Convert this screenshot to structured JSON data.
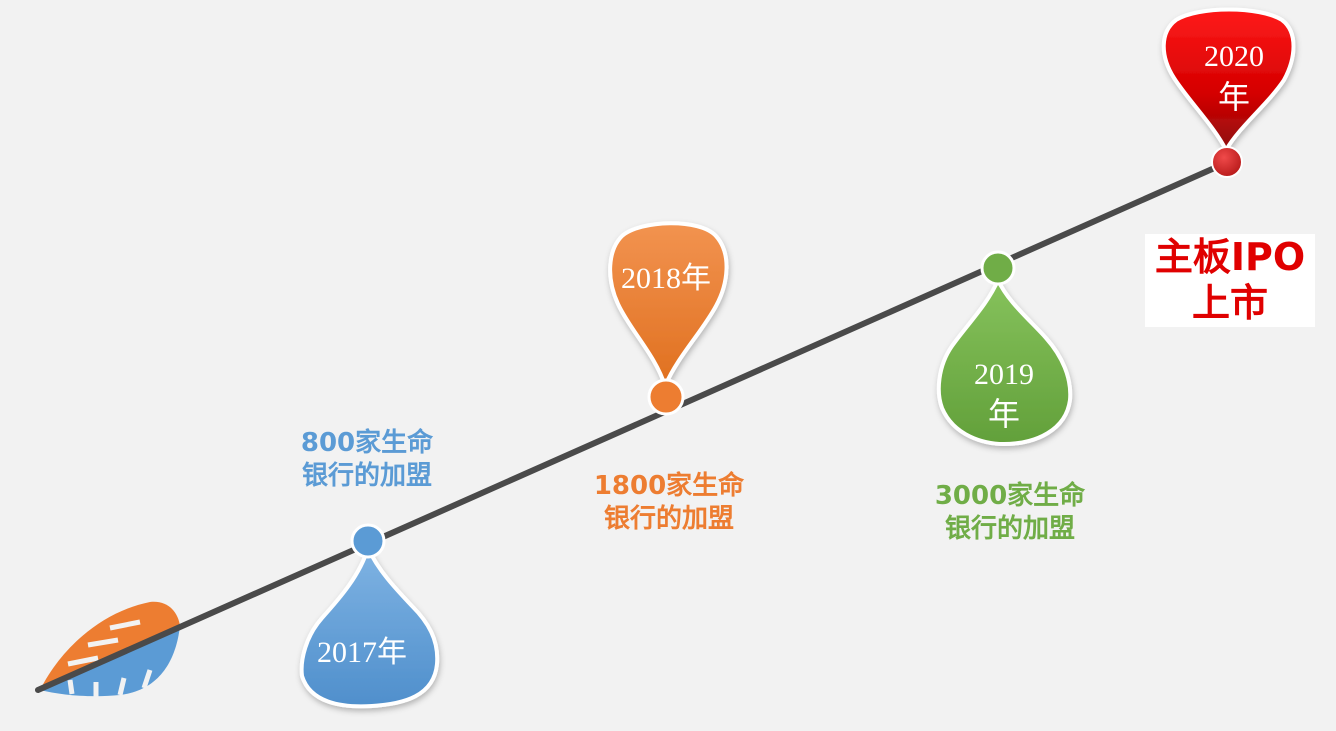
{
  "colors": {
    "background": "#f2f2f2",
    "line": "#4a4a4a",
    "blue": "#5b9bd5",
    "orange": "#ed7d31",
    "green": "#70ad47",
    "red": "#e00000"
  },
  "milestones": {
    "m2017": {
      "pin_line1": "2017年",
      "pin_line2": "",
      "desc_line1": "800家生命",
      "desc_line2": "银行的加盟",
      "color": "#5b9bd5"
    },
    "m2018": {
      "pin_line1": "2018年",
      "pin_line2": "",
      "desc_line1": "1800家生命",
      "desc_line2": "银行的加盟",
      "color": "#ed7d31"
    },
    "m2019": {
      "pin_line1": "2019",
      "pin_line2": "年",
      "desc_line1": "3000家生命",
      "desc_line2": "银行的加盟",
      "color": "#70ad47"
    },
    "m2020": {
      "pin_line1": "2020",
      "pin_line2": "年",
      "desc_line1": "主板IPO",
      "desc_line2": "上市",
      "color": "#e00000"
    }
  }
}
